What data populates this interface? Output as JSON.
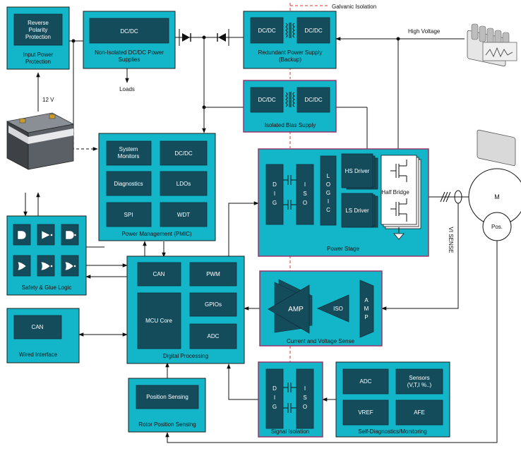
{
  "colors": {
    "block_fill": "#12b6c8",
    "inner_fill": "#144c5c",
    "isolation_line": "#e0352b",
    "isolated_border": "#9c2b63"
  },
  "labels": {
    "galvanic_isolation": "Galvanic Isolation",
    "high_voltage": "High Voltage",
    "loads": "Loads",
    "twelve_volt": "12 V",
    "vi_sense": "VI SENSE"
  },
  "input_power": {
    "box": "Reverse Polarity Protection",
    "caption": "Input Power Protection"
  },
  "non_isolated": {
    "box": "DC/DC",
    "caption": "Non-Isolated DC/DC Power Supplies"
  },
  "redundant_supply": {
    "left": "DC/DC",
    "right": "DC/DC",
    "caption": "Redundant Power Supply (Backup)"
  },
  "bias_supply": {
    "left": "DC/DC",
    "right": "DC/DC",
    "caption": "Isolated Bias Supply"
  },
  "pmic": {
    "caption": "Power Management (PMIC)",
    "items": [
      "System Monitors",
      "DC/DC",
      "Diagnostics",
      "LDOs",
      "SPI",
      "WDT"
    ]
  },
  "power_stage": {
    "caption": "Power Stage",
    "dig": "DIG",
    "iso": "ISO",
    "logic": "LOGIC",
    "hs_driver": "HS Driver",
    "ls_driver": "LS Driver",
    "half_bridge": "Half Bridge"
  },
  "motor": {
    "m": "M",
    "pos": "Pos."
  },
  "safety": {
    "caption": "Safety & Glue Logic"
  },
  "digital": {
    "caption": "Digital Processing",
    "can": "CAN",
    "pwm": "PWM",
    "mcu": "MCU Core",
    "gpios": "GPIOs",
    "adc": "ADC"
  },
  "current_sense": {
    "caption": "Current and Voltage Sense",
    "amp_big": "AMP",
    "iso": "ISO",
    "amp_small": "AMP"
  },
  "wired": {
    "box": "CAN",
    "caption": "Wired Interface"
  },
  "rotor": {
    "box": "Position Sensing",
    "caption": "Rotor Position Sensing"
  },
  "signal_iso": {
    "caption": "Signal Isolation",
    "dig": "DIG",
    "iso": "ISO"
  },
  "self_diag": {
    "caption": "Self-Diagnostics/Monitoring",
    "adc": "ADC",
    "sensors_1": "Sensors",
    "sensors_2": "(V,T,I %..)",
    "vref": "VREF",
    "afe": "AFE"
  }
}
